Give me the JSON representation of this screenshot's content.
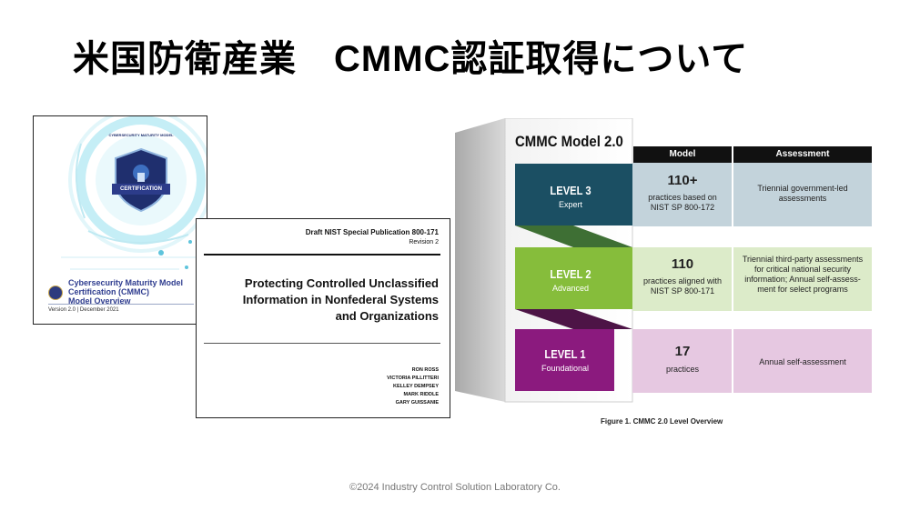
{
  "slide": {
    "title": "米国防衛産業　CMMC認証取得について",
    "footer": "©2024 Industry Control Solution Laboratory Co."
  },
  "cmmc_cover": {
    "badge_arc_text": "CYBERSECURITY MATURITY MODEL",
    "badge_ribbon": "CERTIFICATION",
    "title_line1": "Cybersecurity Maturity Model",
    "title_line2": "Certification (CMMC)",
    "title_line3": "Model Overview",
    "version": "Version 2.0 | December 2021"
  },
  "nist_doc": {
    "publication": "Draft NIST Special Publication 800-171",
    "revision": "Revision 2",
    "title_line1": "Protecting Controlled Unclassified",
    "title_line2": "Information in Nonfederal Systems",
    "title_line3": "and Organizations",
    "authors": [
      "RON ROSS",
      "VICTORIA PILLITTERI",
      "KELLEY DEMPSEY",
      "MARK RIDDLE",
      "GARY GUISSANIE"
    ]
  },
  "model": {
    "heading": "CMMC Model 2.0",
    "col_model": "Model",
    "col_assessment": "Assessment",
    "figure_caption": "Figure 1. CMMC 2.0 Level Overview",
    "levels": [
      {
        "name": "LEVEL 3",
        "sub": "Expert",
        "count": "110+",
        "model_line1": "practices based on",
        "model_line2": "NIST SP 800-172",
        "assess_line1": "Triennial government-led",
        "assess_line2": "assessments",
        "color": "#1b4f63",
        "light": "#c3d3db"
      },
      {
        "name": "LEVEL 2",
        "sub": "Advanced",
        "count": "110",
        "model_line1": "practices aligned with",
        "model_line2": "NIST SP 800-171",
        "assess_line1": "Triennial third-party assessments",
        "assess_line2": "for critical national security",
        "assess_line3": "information; Annual self-assess-",
        "assess_line4": "ment for select programs",
        "color": "#86bd3b",
        "light": "#dcebc9"
      },
      {
        "name": "LEVEL 1",
        "sub": "Foundational",
        "count": "17",
        "model_line1": "practices",
        "assess_line1": "Annual self-assessment",
        "color": "#8b1a7e",
        "light": "#e6c8e1"
      }
    ]
  }
}
